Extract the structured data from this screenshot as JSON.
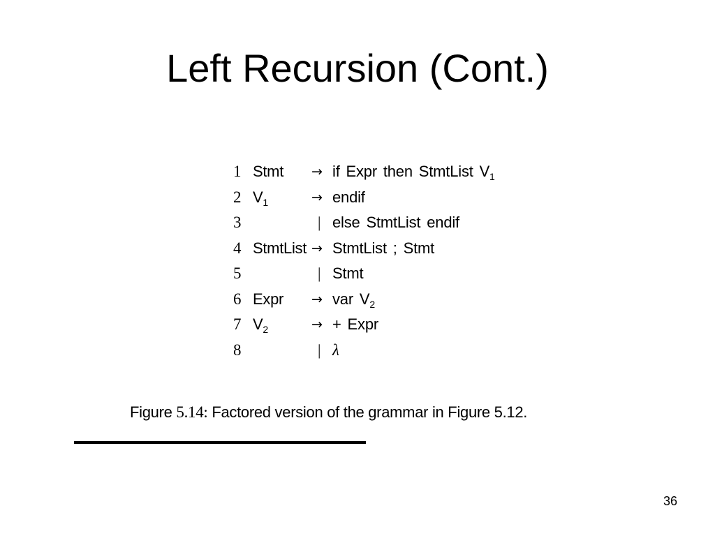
{
  "slide": {
    "title": "Left Recursion (Cont.)",
    "page_number": "36"
  },
  "grammar": {
    "rules": [
      {
        "num": "1",
        "lhs": "Stmt",
        "lhs_sub": "",
        "op": "→",
        "rhs": "if Expr then StmtList V",
        "rhs_sub": "1"
      },
      {
        "num": "2",
        "lhs": "V",
        "lhs_sub": "1",
        "op": "→",
        "rhs": "endif",
        "rhs_sub": ""
      },
      {
        "num": "3",
        "lhs": "",
        "lhs_sub": "",
        "op": "|",
        "rhs": "else StmtList endif",
        "rhs_sub": ""
      },
      {
        "num": "4",
        "lhs": "StmtList",
        "lhs_sub": "",
        "op": "→",
        "rhs": "StmtList ; Stmt",
        "rhs_sub": ""
      },
      {
        "num": "5",
        "lhs": "",
        "lhs_sub": "",
        "op": "|",
        "rhs": "Stmt",
        "rhs_sub": ""
      },
      {
        "num": "6",
        "lhs": "Expr",
        "lhs_sub": "",
        "op": "→",
        "rhs": "var V",
        "rhs_sub": "2"
      },
      {
        "num": "7",
        "lhs": "V",
        "lhs_sub": "2",
        "op": "→",
        "rhs": "+ Expr",
        "rhs_sub": ""
      },
      {
        "num": "8",
        "lhs": "",
        "lhs_sub": "",
        "op": "|",
        "rhs": "λ",
        "rhs_sub": ""
      }
    ]
  },
  "caption": {
    "label": "Figure",
    "number": "5.14:",
    "text": "Factored version of the grammar in Figure 5.12."
  }
}
